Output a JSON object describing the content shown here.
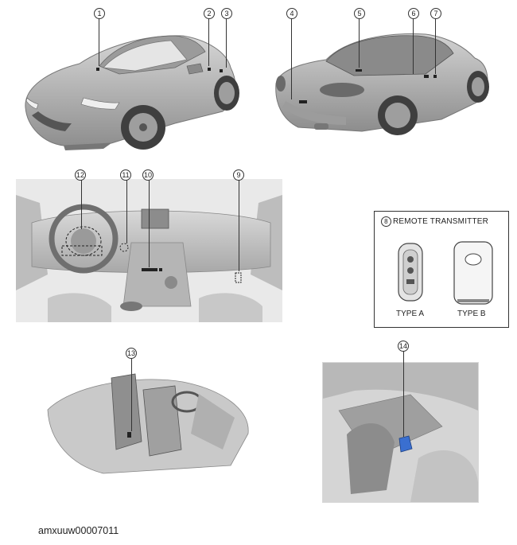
{
  "callouts": {
    "c1": "1",
    "c2": "2",
    "c3": "3",
    "c4": "4",
    "c5": "5",
    "c6": "6",
    "c7": "7",
    "c9": "9",
    "c10": "10",
    "c11": "11",
    "c12": "12",
    "c13": "13",
    "c14": "14"
  },
  "remote": {
    "number": "8",
    "title": "REMOTE TRANSMITTER",
    "type_a": "TYPE A",
    "type_b": "TYPE B"
  },
  "image_id": "amxuuw00007011",
  "colors": {
    "body": "#b9b9b9",
    "shade": "#8e8e8e",
    "highlight": "#3a6fd0"
  }
}
